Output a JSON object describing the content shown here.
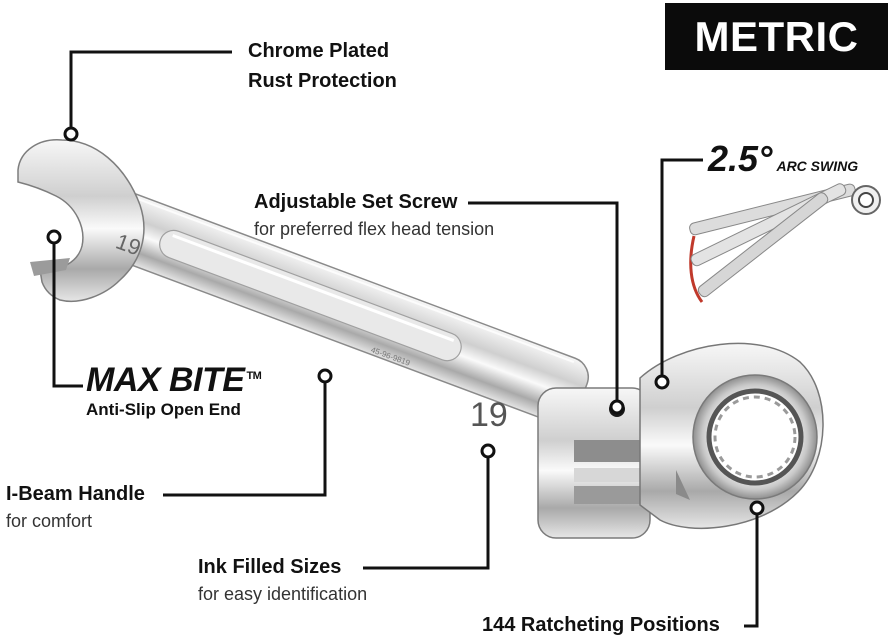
{
  "badge": {
    "label": "METRIC"
  },
  "arc_swing": {
    "value": "2.5°",
    "unit": "ARC SWING"
  },
  "callouts": {
    "chrome": {
      "line1": "Chrome Plated",
      "line2": "Rust Protection"
    },
    "set_screw": {
      "title": "Adjustable Set Screw",
      "sub": "for preferred flex head tension"
    },
    "max_bite": {
      "title": "MAX BITE",
      "tm": "TM",
      "sub": "Anti-Slip Open End"
    },
    "ibeam": {
      "title": "I-Beam Handle",
      "sub": "for comfort"
    },
    "ink": {
      "title": "Ink Filled Sizes",
      "sub": "for easy identification"
    },
    "ratchet": {
      "title": "144 Ratcheting Positions"
    }
  },
  "wrench": {
    "size_label": "19",
    "part_number": "45-96-9819"
  },
  "colors": {
    "badge_bg": "#0b0b0b",
    "badge_text": "#ffffff",
    "accent_red": "#c0392b"
  }
}
